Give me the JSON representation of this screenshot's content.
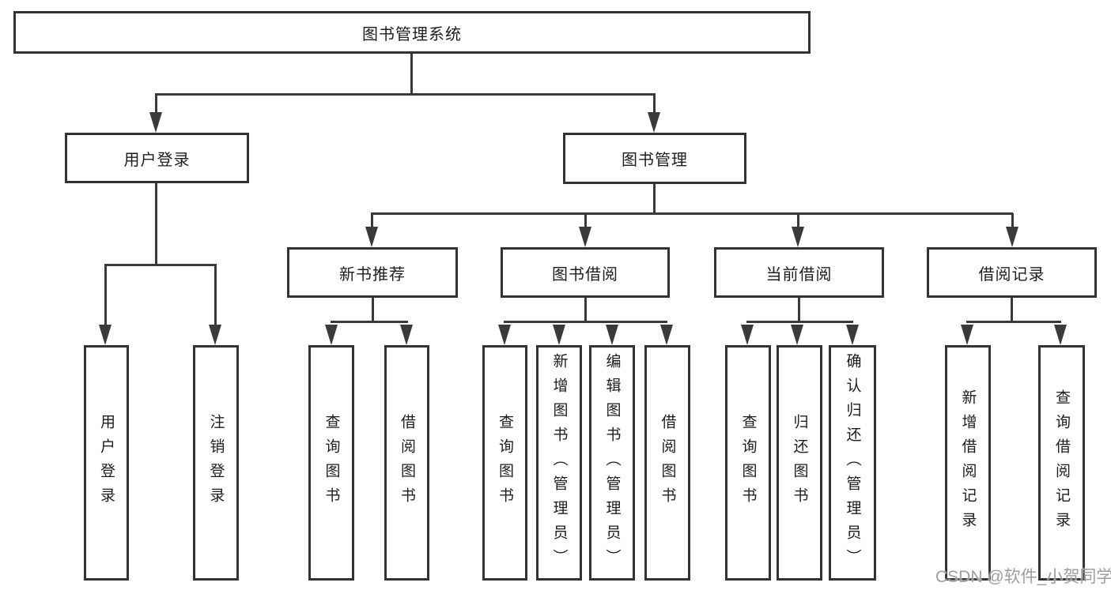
{
  "diagram": {
    "root": {
      "label": "图书管理系统"
    },
    "branches": [
      {
        "label": "用户登录",
        "leaves": [
          {
            "label": "用户登录"
          },
          {
            "label": "注销登录"
          }
        ]
      },
      {
        "label": "图书管理",
        "sections": [
          {
            "label": "新书推荐",
            "leaves": [
              {
                "label": "查询图书"
              },
              {
                "label": "借阅图书"
              }
            ]
          },
          {
            "label": "图书借阅",
            "leaves": [
              {
                "label": "查询图书"
              },
              {
                "label": "新增图书（管理员）"
              },
              {
                "label": "编辑图书（管理员）"
              },
              {
                "label": "借阅图书"
              }
            ]
          },
          {
            "label": "当前借阅",
            "leaves": [
              {
                "label": "查询图书"
              },
              {
                "label": "归还图书"
              },
              {
                "label": "确认归还（管理员）"
              }
            ]
          },
          {
            "label": "借阅记录",
            "leaves": [
              {
                "label": "新增借阅记录"
              },
              {
                "label": "查询借阅记录"
              }
            ]
          }
        ]
      }
    ]
  },
  "watermark": {
    "label": "CSDN @软件_小贺同学"
  },
  "colors": {
    "line": "#3a3a3a",
    "border": "#333333",
    "text": "#1d1d1d",
    "watermark": "#9e9e9e",
    "background": "#ffffff"
  }
}
